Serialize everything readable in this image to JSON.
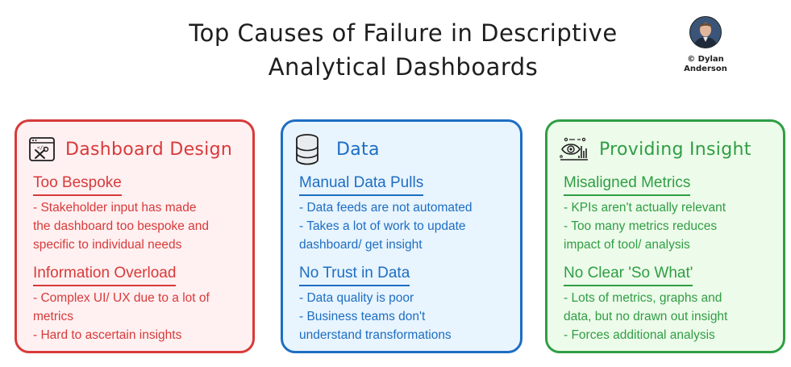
{
  "header": {
    "title_line1": "Top Causes of Failure in Descriptive",
    "title_line2": "Analytical Dashboards",
    "author_line1": "© Dylan",
    "author_line2": "Anderson"
  },
  "cards": [
    {
      "title": "Dashboard Design",
      "icon": "dashboard-design-icon",
      "color": "#d83a3a",
      "sections": [
        {
          "heading": "Too Bespoke",
          "lines": [
            "- Stakeholder input has made",
            "the dashboard too bespoke and",
            "specific to individual needs"
          ]
        },
        {
          "heading": "Information Overload",
          "lines": [
            "- Complex UI/ UX due to a lot of",
            "metrics",
            "- Hard to ascertain insights"
          ]
        }
      ]
    },
    {
      "title": "Data",
      "icon": "database-icon",
      "color": "#1d6ec2",
      "sections": [
        {
          "heading": "Manual Data Pulls",
          "lines": [
            "- Data feeds are not automated",
            "- Takes a lot of work to update",
            "dashboard/ get insight"
          ]
        },
        {
          "heading": "No Trust in Data",
          "lines": [
            "- Data quality is poor",
            "- Business teams don't",
            "understand transformations"
          ]
        }
      ]
    },
    {
      "title": "Providing Insight",
      "icon": "insight-eye-icon",
      "color": "#2f9e44",
      "sections": [
        {
          "heading": "Misaligned Metrics",
          "lines": [
            "- KPIs aren't actually relevant",
            "- Too many metrics reduces",
            "impact of tool/ analysis"
          ]
        },
        {
          "heading": "No Clear 'So What'",
          "lines": [
            "- Lots of metrics, graphs and",
            "data, but no drawn out insight",
            "- Forces additional analysis"
          ]
        }
      ]
    }
  ]
}
